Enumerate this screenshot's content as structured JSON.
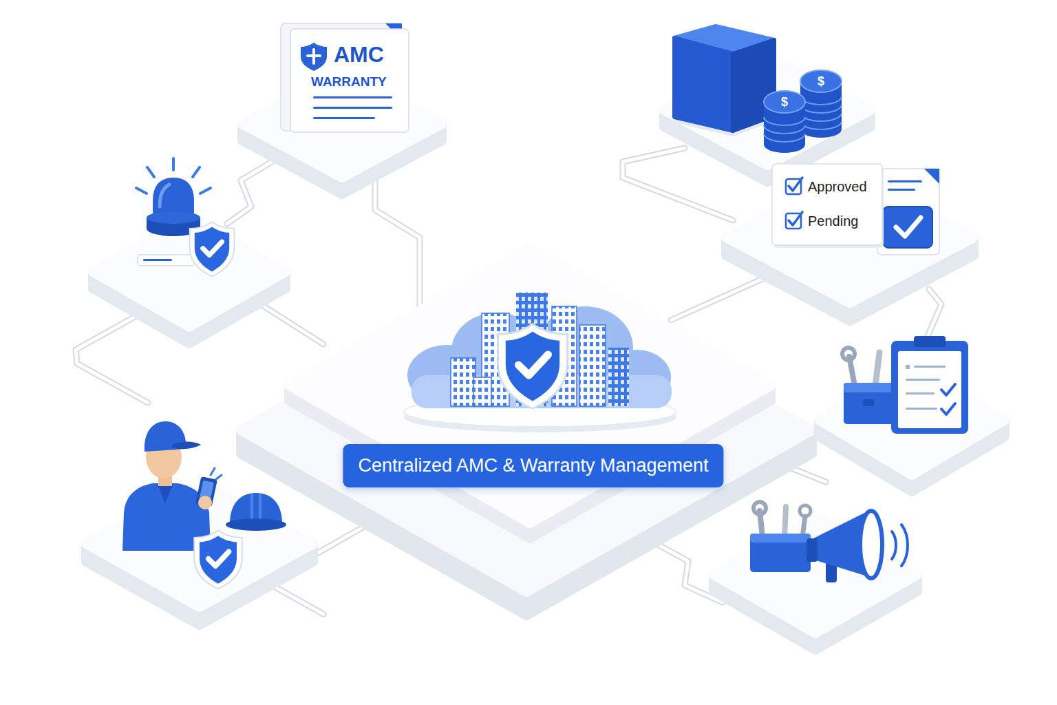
{
  "diagram": {
    "nodes": [
      {
        "text": [
          "AMC",
          "WARRANTY"
        ]
      },
      {
        "text": [
          "Approved",
          "Pending"
        ]
      },
      {
        "text": [
          "Centralized AMC & Warranty Management"
        ]
      }
    ],
    "edges": [
      {
        "from": 0,
        "to": 2,
        "arrow": "none"
      },
      {
        "from": 1,
        "to": 2,
        "arrow": "none"
      }
    ],
    "labels": [
      "$",
      "$"
    ]
  }
}
